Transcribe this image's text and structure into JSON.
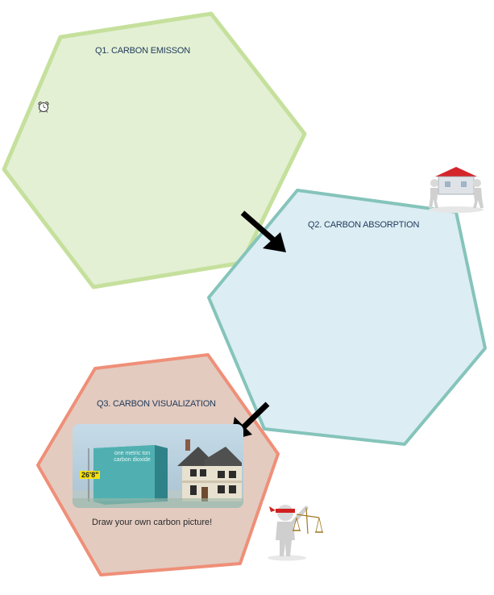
{
  "q1": {
    "title": "Q1. CARBON EMISSON",
    "icon": "alarm-clock-icon",
    "fill": "#e3f0d4",
    "stroke": "#c5e09c"
  },
  "q2": {
    "title": "Q2. CARBON ABSORPTION",
    "fill": "#dcedf4",
    "stroke": "#85c4ba"
  },
  "q3": {
    "title": "Q3. CARBON VISUALIZATION",
    "caption": "Draw your own carbon picture!",
    "cube_text": "one metric ton carbon dioxide",
    "height_label": "26'8\"",
    "fill": "#e3cbc0",
    "stroke": "#ef8f78"
  },
  "decorations": {
    "house_carriers": "people-carrying-house-icon",
    "justice_figure": "blindfolded-figure-with-scales-icon",
    "arrow_color": "#000000"
  }
}
